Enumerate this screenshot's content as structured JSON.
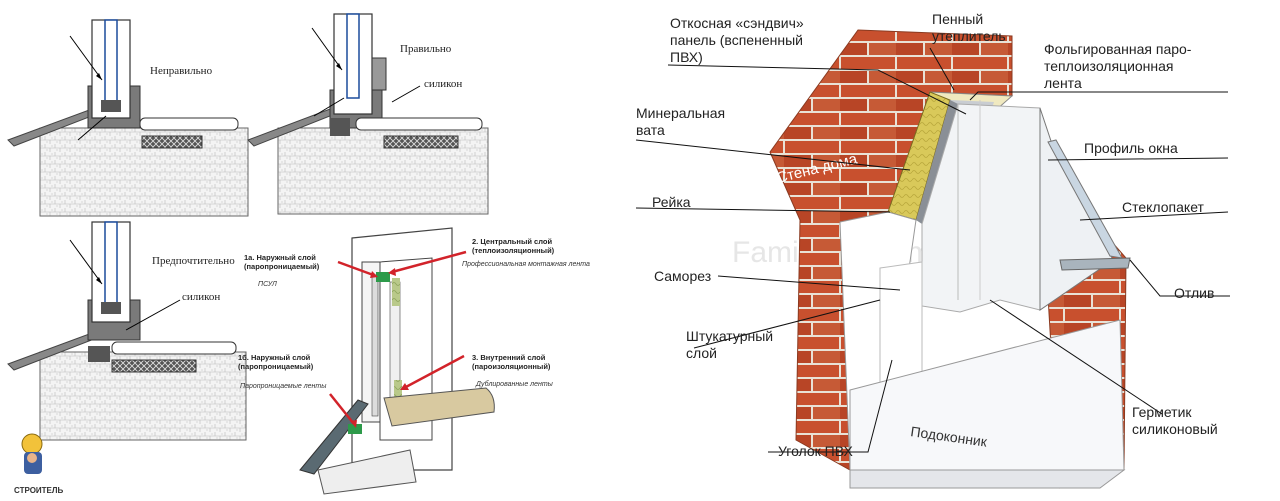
{
  "diagrams": {
    "wrong": {
      "label": "Неправильно"
    },
    "right": {
      "label": "Правильно",
      "silicone": "силикон"
    },
    "preferred": {
      "label": "Предпочтительно",
      "silicone": "силикон"
    }
  },
  "layers": {
    "outer_1a": {
      "line1": "1а. Наружный слой",
      "line2": "(паропроницаемый)",
      "note": "ПСУЛ"
    },
    "central_2": {
      "line1": "2. Центральный слой",
      "line2": "(теплоизоляционный)",
      "note": "Профессиональная монтажная лента"
    },
    "outer_1b": {
      "line1": "1б. Наружный слой",
      "line2": "(паропроницаемый)",
      "note": "Паропроницаемые ленты"
    },
    "inner_3": {
      "line1": "3. Внутренний слой",
      "line2": "(пароизоляционный)",
      "note": "Дублированные ленты"
    }
  },
  "cutaway": {
    "sandwich_panel": [
      "Откосная «сэндвич»",
      "панель (вспененный",
      "ПВХ)"
    ],
    "foam_insulation": [
      "Пенный",
      "утеплитель"
    ],
    "foil_tape": [
      "Фольгированная паро-",
      "теплоизоляционная",
      "лента"
    ],
    "mineral_wool": [
      "Минеральная",
      "вата"
    ],
    "window_profile": "Профиль окна",
    "wall": "Стена дома",
    "rail": "Рейка",
    "glass_unit": "Стеклопакет",
    "screw": "Саморез",
    "ebb": "Отлив",
    "plaster": [
      "Штукатурный",
      "слой"
    ],
    "sealant": [
      "Герметик",
      "силиконовый"
    ],
    "sill": "Подоконник",
    "pvc_corner": "Уголок ПВХ",
    "watermark": "FamilyHandyman.ru"
  },
  "logo": {
    "text": "СТРОИТЕЛЬ"
  },
  "colors": {
    "brick": "#c8502e",
    "mortar": "#e9e2d6",
    "wool": "#d9c95a",
    "pvc": "#f2f4f6"
  }
}
